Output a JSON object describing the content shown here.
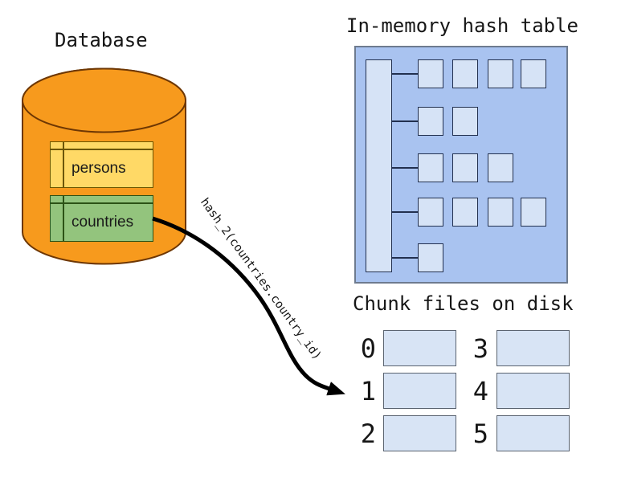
{
  "database": {
    "title": "Database",
    "tables": [
      {
        "label": "persons",
        "fill": "#FFD966"
      },
      {
        "label": "countries",
        "fill": "#93C47D"
      }
    ]
  },
  "hash_table": {
    "title": "In-memory hash table",
    "rows": [
      4,
      2,
      3,
      4,
      1
    ]
  },
  "chunk_files": {
    "title": "Chunk files on disk",
    "labels": [
      "0",
      "1",
      "2",
      "3",
      "4",
      "5"
    ]
  },
  "arrow": {
    "label": "hash_2(countries.country_id)"
  },
  "colors": {
    "cylinder_fill": "#F79A1D",
    "cylinder_stroke": "#6E3703",
    "hash_box_fill": "#A9C3F0",
    "hash_cell_fill": "#D6E3F6",
    "hash_cell_stroke": "#22304F",
    "chunk_box_fill": "#D8E4F5",
    "arrow_color": "#000000"
  }
}
